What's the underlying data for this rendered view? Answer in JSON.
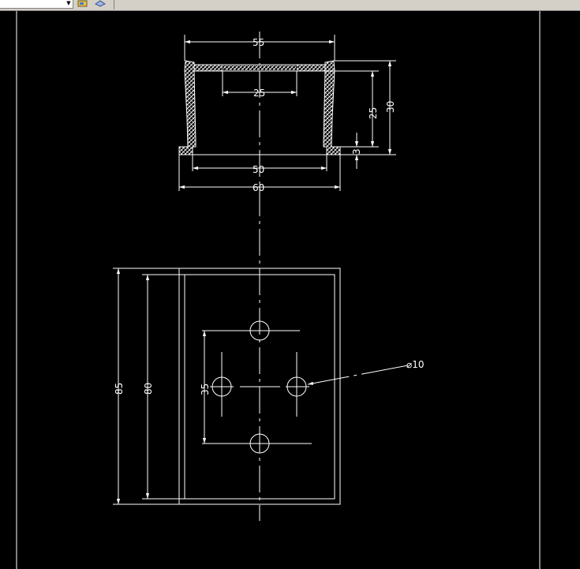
{
  "toolbar": {
    "layer_combo_value": "",
    "icons": [
      "layer-state-icon",
      "layer-previous-icon"
    ]
  },
  "drawing": {
    "section_view": {
      "dims": {
        "top_outer": "55",
        "inner_top": "25",
        "inner_bottom": "50",
        "outer_bottom": "60",
        "inner_height": "25",
        "outer_height": "30",
        "flange_height": "3"
      }
    },
    "plan_view": {
      "dims": {
        "overall_height": "85",
        "inner_height": "80",
        "hole_spacing": "35",
        "hole_diameter": "⌀10"
      }
    }
  },
  "colors": {
    "background": "#000000",
    "lines": "#ffffff",
    "toolbar": "#d4d0c8"
  }
}
